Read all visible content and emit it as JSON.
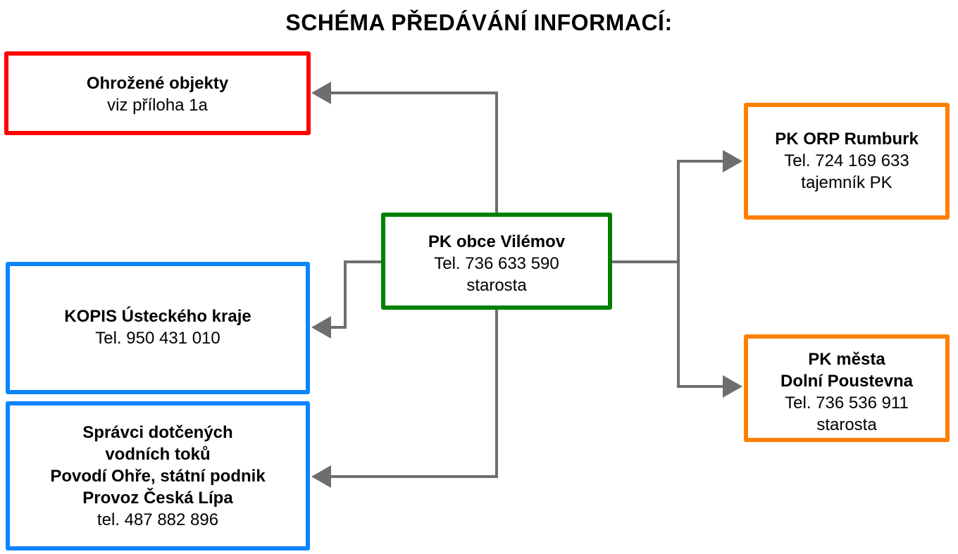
{
  "title": "SCHÉMA PŘEDÁVÁNÍ INFORMACÍ:",
  "colors": {
    "threatened": "#FF0000",
    "regional": "#0A84FF",
    "source": "#008000",
    "municipal": "#FF8000",
    "connector": "#6E6E6E"
  },
  "nodes": {
    "vilemov": {
      "lines": [
        "PK obce Vilémov",
        "Tel. 736 633 590",
        "starosta"
      ]
    },
    "ohrozene": {
      "lines": [
        "Ohrožené objekty",
        "viz příloha 1a"
      ]
    },
    "kopis": {
      "lines": [
        "KOPIS Ústeckého kraje",
        "Tel. 950 431 010"
      ]
    },
    "spravci": {
      "lines": [
        "Správci dotčených",
        "vodních toků",
        "Povodí Ohře, státní podnik",
        "Provoz Česká Lípa",
        "tel. 487 882 896"
      ]
    },
    "rumburk": {
      "lines": [
        "PK ORP Rumburk",
        "Tel. 724 169 633",
        "tajemník PK"
      ]
    },
    "poustevna": {
      "lines": [
        "PK města",
        "Dolní Poustevna",
        "Tel. 736 536 911",
        "starosta"
      ]
    }
  },
  "edges": [
    {
      "from": "vilemov",
      "to": "ohrozene"
    },
    {
      "from": "vilemov",
      "to": "kopis"
    },
    {
      "from": "vilemov",
      "to": "spravci"
    },
    {
      "from": "vilemov",
      "to": "rumburk"
    },
    {
      "from": "vilemov",
      "to": "poustevna"
    }
  ]
}
